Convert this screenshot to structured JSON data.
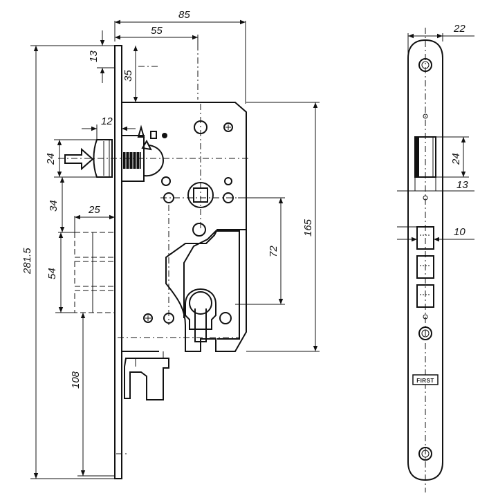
{
  "dimensions": {
    "overall_height": "281.5",
    "width_85": "85",
    "backset": "55",
    "top_13": "13",
    "top_35": "35",
    "latch_12": "12",
    "latch_24": "24",
    "spacing_34": "34",
    "bolt_25": "25",
    "bolt_54": "54",
    "bottom_108": "108",
    "case_165": "165",
    "pitch_72": "72",
    "faceplate_22": "22",
    "latch_side_24": "24",
    "latch_side_13": "13",
    "bolt_side_10": "10"
  },
  "brand_stamp": "FIRST"
}
